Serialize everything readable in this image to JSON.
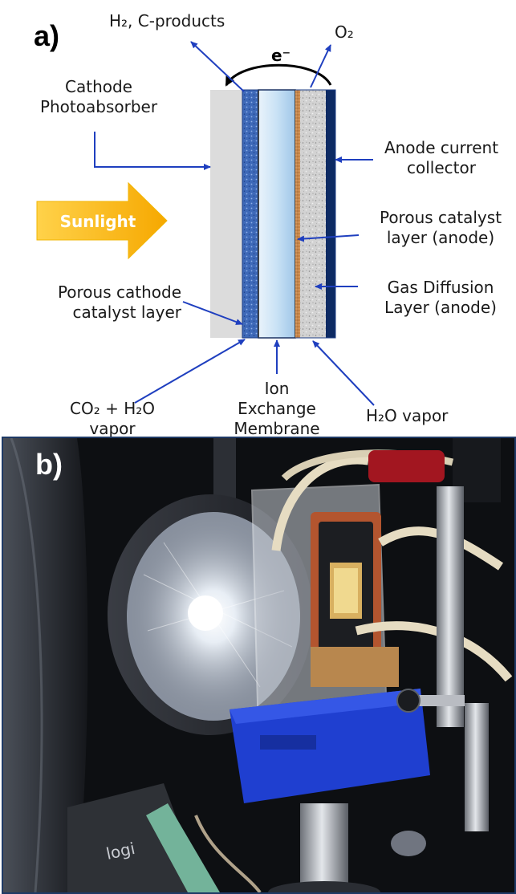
{
  "panel_a": {
    "letter": "a)",
    "top_products": "H₂, C-products",
    "electron": "e⁻",
    "o2": "O₂",
    "cathode_photoabsorber": [
      "Cathode",
      "Photoabsorber"
    ],
    "sunlight": "Sunlight",
    "porous_cathode": [
      "Porous cathode",
      "catalyst layer"
    ],
    "anode_collector": [
      "Anode current",
      "collector"
    ],
    "porous_anode": [
      "Porous catalyst",
      "layer (anode)"
    ],
    "gdl_anode": [
      "Gas Diffusion",
      "Layer (anode)"
    ],
    "co2_input": [
      "CO₂ + H₂O",
      "vapor"
    ],
    "membrane": [
      "Ion",
      "Exchange",
      "Membrane"
    ],
    "h2o_vapor": "H₂O vapor",
    "colors": {
      "arrow": "#1f3fbf",
      "photoabsorber": "#dcdcdc",
      "cathode_catalyst": "#3e69b8",
      "membrane": "#c9e2f5",
      "anode_catalyst": "#c8874b",
      "gdl": "#d4d4d4",
      "collector": "#0d2a63",
      "sunlight": "#f6b90a"
    }
  },
  "panel_b": {
    "letter": "b)",
    "logo_text": "logi"
  }
}
